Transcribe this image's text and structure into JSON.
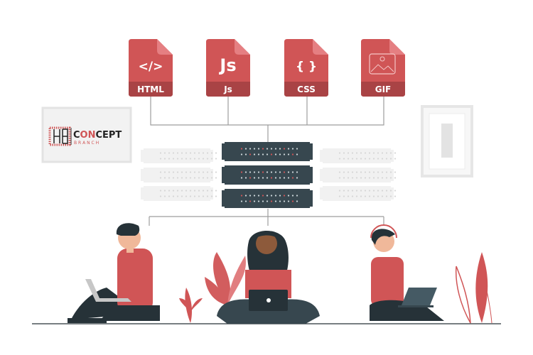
{
  "files": [
    {
      "icon": "code-tag-icon",
      "glyph": "</>",
      "label": "HTML"
    },
    {
      "icon": "js-icon",
      "glyph": "Js",
      "label": "Js"
    },
    {
      "icon": "braces-icon",
      "glyph": "{ }",
      "label": "CSS"
    },
    {
      "icon": "image-icon",
      "glyph": "",
      "label": "GIF"
    }
  ],
  "logo": {
    "name": "CONCEPT",
    "sub": "B R A N C H"
  },
  "colors": {
    "accent": "#d05556",
    "accent_dark": "#a94345",
    "server": "#37474f",
    "floor": "#263238"
  }
}
